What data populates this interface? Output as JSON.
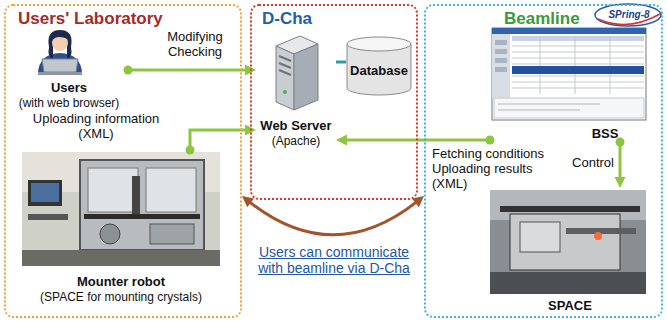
{
  "diagram": {
    "nodes": [
      {
        "text": [
          "Users' Laboratory"
        ]
      },
      {
        "text": [
          "Users",
          "(with web browser)"
        ],
        "in": 0
      },
      {
        "text": [
          "Mounter robot",
          "(SPACE for mounting crystals)"
        ],
        "in": 0
      },
      {
        "text": [
          "D-Cha"
        ]
      },
      {
        "text": [
          "Web Server",
          "(Apache)"
        ],
        "in": 3
      },
      {
        "text": [
          "Database"
        ],
        "in": 3
      },
      {
        "text": [
          "Beamline"
        ]
      },
      {
        "text": [
          "BSS"
        ],
        "in": 6
      },
      {
        "text": [
          "SPACE"
        ],
        "in": 6
      }
    ],
    "edges": [
      {
        "from": 1,
        "to": 4,
        "arrow": "to",
        "label": "Modifying Checking"
      },
      {
        "from": 2,
        "to": 4,
        "arrow": "to",
        "label": "Uploading information (XML)"
      },
      {
        "from": 4,
        "to": 5,
        "arrow": "none"
      },
      {
        "from": 7,
        "to": 4,
        "arrow": "to",
        "label": "Fetching conditions Uploading results (XML)"
      },
      {
        "from": 7,
        "to": 8,
        "arrow": "to",
        "label": "Control"
      },
      {
        "from": 0,
        "to": 6,
        "arrow": "both",
        "label": "Users can communicate with beamline via D-Cha"
      }
    ],
    "labels": [
      "SPring-8"
    ]
  }
}
